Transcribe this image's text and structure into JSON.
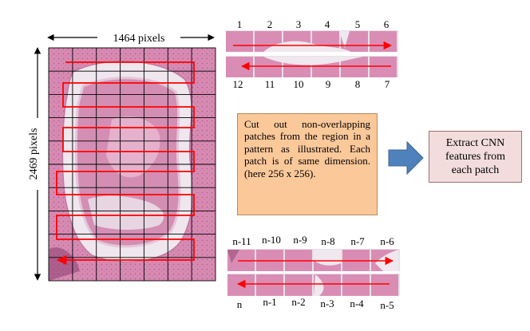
{
  "dimensions": {
    "width_label": "1464 pixels",
    "height_label": "2469 pixels"
  },
  "strip_top": {
    "top_labels": [
      "1",
      "2",
      "3",
      "4",
      "5",
      "6"
    ],
    "bottom_labels": [
      "12",
      "11",
      "10",
      "9",
      "8",
      "7"
    ]
  },
  "strip_bottom": {
    "top_labels": [
      "n-11",
      "n-10",
      "n-9",
      "n-8",
      "n-7",
      "n-6"
    ],
    "bottom_labels": [
      "n",
      "n-1",
      "n-2",
      "n-3",
      "n-4",
      "n-5"
    ]
  },
  "callout": {
    "text": "Cut out non-overlapping patches from the region in a pattern as illustrated. Each patch is of same dimension. (here 256 x 256)."
  },
  "result_box": {
    "text": "Extract CNN features from each patch"
  },
  "colors": {
    "tissue_bg": "#d98db5",
    "tissue_dark": "#b5678f",
    "gap": "#e6e1e6",
    "arrow_red": "#ff0000",
    "block_arrow": "#4f81bd",
    "callout_bg": "#fbc89a",
    "result_bg": "#f2dcdc"
  }
}
